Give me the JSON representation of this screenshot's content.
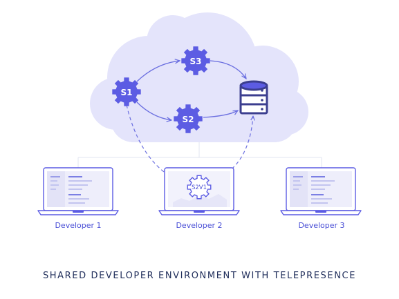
{
  "services": {
    "s1": "S1",
    "s2": "S2",
    "s3": "S3",
    "s2v1": "S2V1"
  },
  "developers": [
    {
      "label": "Developer 1"
    },
    {
      "label": "Developer 2"
    },
    {
      "label": "Developer 3"
    }
  ],
  "title": "SHARED DEVELOPER ENVIRONMENT WITH TELEPRESENCE",
  "colors": {
    "cloud": "#e4e4fb",
    "gear": "#5c5ce3",
    "accent": "#4a4fd6",
    "title": "#1f2d5a"
  }
}
